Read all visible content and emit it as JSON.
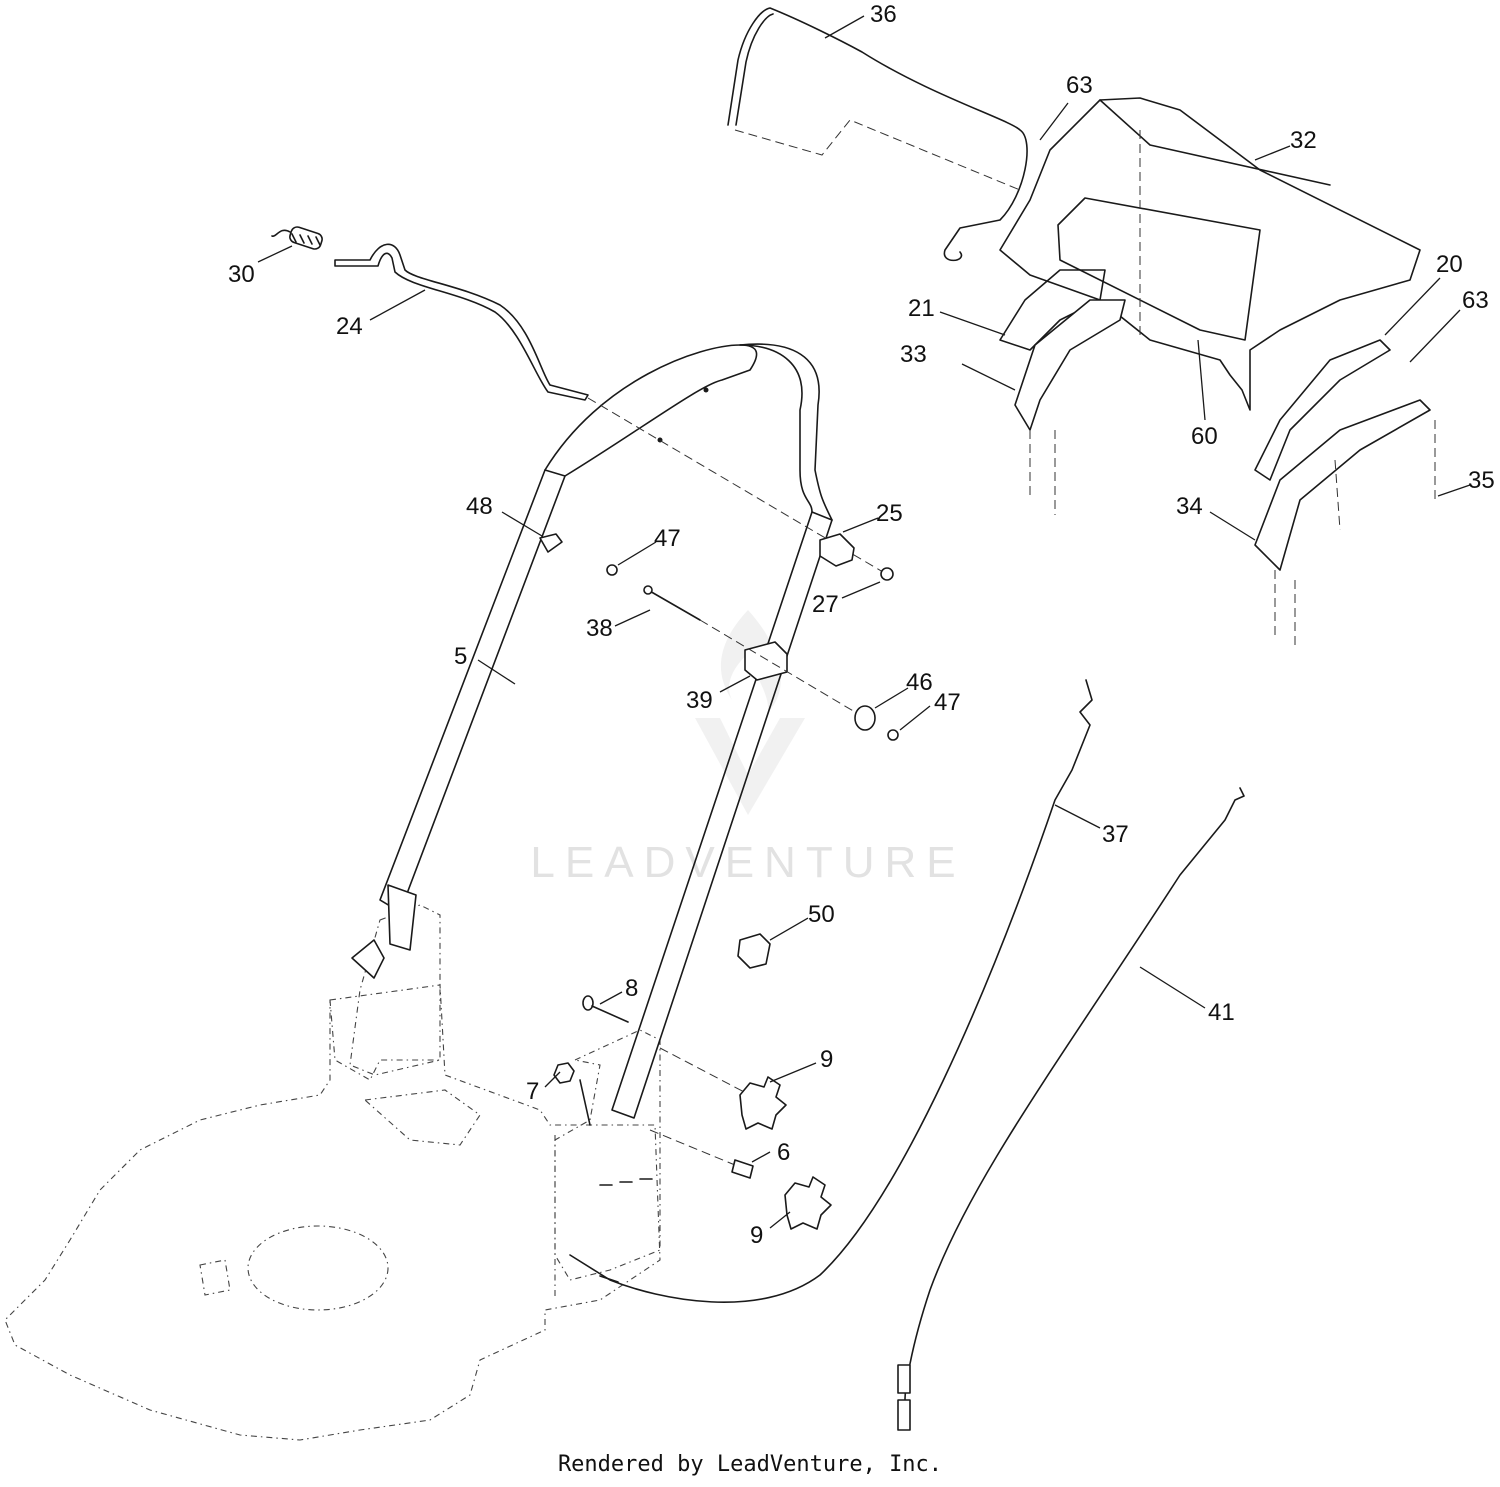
{
  "watermark": "LEADVENTURE",
  "footer": "Rendered by LeadVenture, Inc.",
  "callouts": {
    "c36": "36",
    "c63a": "63",
    "c32": "32",
    "c30": "30",
    "c24": "24",
    "c21": "21",
    "c33": "33",
    "c60": "60",
    "c20": "20",
    "c63b": "63",
    "c35": "35",
    "c34": "34",
    "c48": "48",
    "c47a": "47",
    "c25": "25",
    "c27": "27",
    "c38": "38",
    "c5": "5",
    "c39": "39",
    "c46": "46",
    "c47b": "47",
    "c37": "37",
    "c50": "50",
    "c41": "41",
    "c8": "8",
    "c9a": "9",
    "c7": "7",
    "c6": "6",
    "c9b": "9"
  }
}
